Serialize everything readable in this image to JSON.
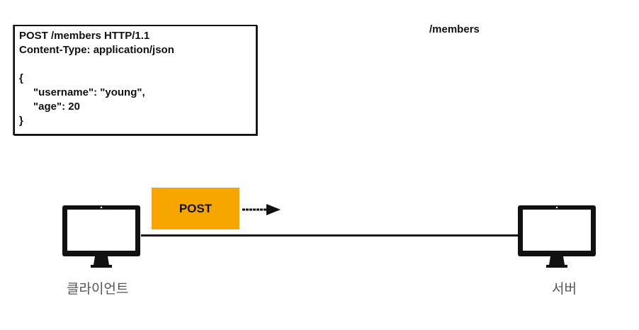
{
  "request": {
    "lines": [
      "POST /members HTTP/1.1",
      "Content-Type: application/json",
      "",
      "{",
      "\"username\": \"young\",",
      "\"age\": 20",
      "}"
    ]
  },
  "url": "/members",
  "method": "POST",
  "client_label": "클라이언트",
  "server_label": "서버",
  "colors": {
    "method_badge": "#f7a600",
    "line": "#1a1a1a"
  }
}
